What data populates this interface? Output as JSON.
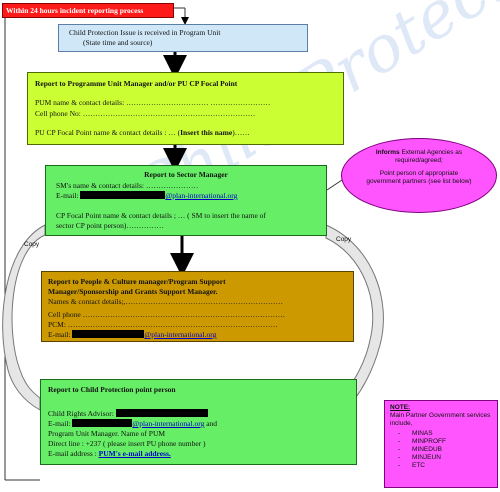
{
  "watermark": "Child Protection",
  "top_label": "Within 24 hours incident reporting process",
  "issue": {
    "line1": "Child Protection Issue is received  in Program Unit",
    "line2": "(State time and  source)"
  },
  "pum": {
    "title": "Report to Programme  Unit Manager and/or PU CP Focal  Point",
    "name_line": "PUM name & contact  details: ……………………………  ……………………",
    "phone_line": "Cell phone No: ……………………………………………………………",
    "focal_prefix": "PU CP Focal Point name & contact  details  : … (",
    "focal_bold": "Insert this name",
    "focal_suffix": ")……"
  },
  "sector": {
    "title": "Report to Sector Manager",
    "sm_line": "SM's name & contact  details:  …………………",
    "email_label": "E-mail: ",
    "email_domain": "@plan-international.org",
    "cp_line1": "CP Focal Point name & contact  details ; … ( SM to insert the name  of",
    "cp_line2": "sector CP point person)……………"
  },
  "pc": {
    "title_line1": "Report to People & Culture manager/Program  Support",
    "title_line2": "Manager/Sponsorship and Grants Support Manager.",
    "names_line": "Names  & contact details;,………………………………………………………",
    "cell_line": "Cell phone ………………………………………………………………………",
    "pcm_line": "PCM: …………………………………………………………………………",
    "email_label": "E-mail: ",
    "email_domain": "@plan-international.org"
  },
  "cp": {
    "title": "Report to Child Protection  point person",
    "advisor_label": "Child Rights Advisor: ",
    "email_label": "E-mail: ",
    "email_domain": "@plan-international.org",
    "email_suffix": "  and",
    "pum_line": "Program Unit Manager. Name of PUM",
    "direct_line": "Direct line : +237 ( please insert PU phone number )",
    "email_address_label": "E-mail address  : ",
    "email_address_value": "PUM's e-mail address."
  },
  "informs": {
    "bold": "Informs",
    "rest": " External Agencies as required/agreed;",
    "line2": "Point person of appropriate government partners (see list below)"
  },
  "copy_labels": {
    "left": "Copy",
    "right": "Copy"
  },
  "note": {
    "title": "NOTE:",
    "intro": "Main Partner Government services include,",
    "items": [
      "MINAS",
      "MINPROFF",
      "MINEDUB",
      "MINJEUN",
      "ETC"
    ]
  },
  "colors": {
    "red": "#ff1a1a",
    "light_blue": "#cfe7f7",
    "lime": "#ccff33",
    "green": "#66ee66",
    "gold": "#cc9900",
    "magenta": "#ff55ff"
  }
}
